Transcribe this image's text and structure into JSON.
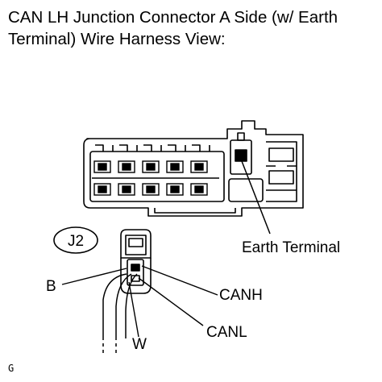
{
  "title": "CAN LH Junction Connector A Side (w/ Earth Terminal) Wire Harness View:",
  "connector_id": "J2",
  "labels": {
    "earth_terminal": "Earth Terminal",
    "canh": "CANH",
    "canl": "CANL",
    "wire_b": "B",
    "wire_w": "W"
  },
  "footer_code": "G"
}
